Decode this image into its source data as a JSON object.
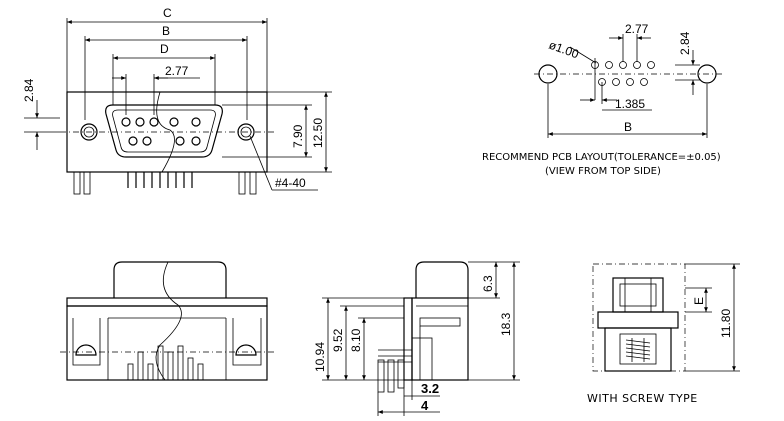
{
  "front_view": {
    "dims": {
      "c": "C",
      "b": "B",
      "d": "D",
      "pitch": "2.77",
      "offset": "2.84",
      "height_inner": "7.90",
      "height_outer": "12.50",
      "thread": "#4-40"
    }
  },
  "pcb_layout": {
    "dims": {
      "hole_dia": "ø1.00",
      "pitch": "2.77",
      "row_offset": "2.84",
      "half_pitch": "1.385",
      "b": "B"
    },
    "caption_line1": "RECOMMEND PCB LAYOUT(TOLERANCE=±0.05)",
    "caption_line2": "(VIEW FROM TOP SIDE)"
  },
  "side_view": {
    "dims": {
      "h1": "10.94",
      "h2": "9.52",
      "h3": "8.10",
      "top": "6.3",
      "overall": "18.3",
      "pin_a": "3.2",
      "pin_b": "4"
    }
  },
  "screw_view": {
    "dims": {
      "e": "E",
      "height": "11.80"
    },
    "caption": "WITH SCREW TYPE"
  }
}
